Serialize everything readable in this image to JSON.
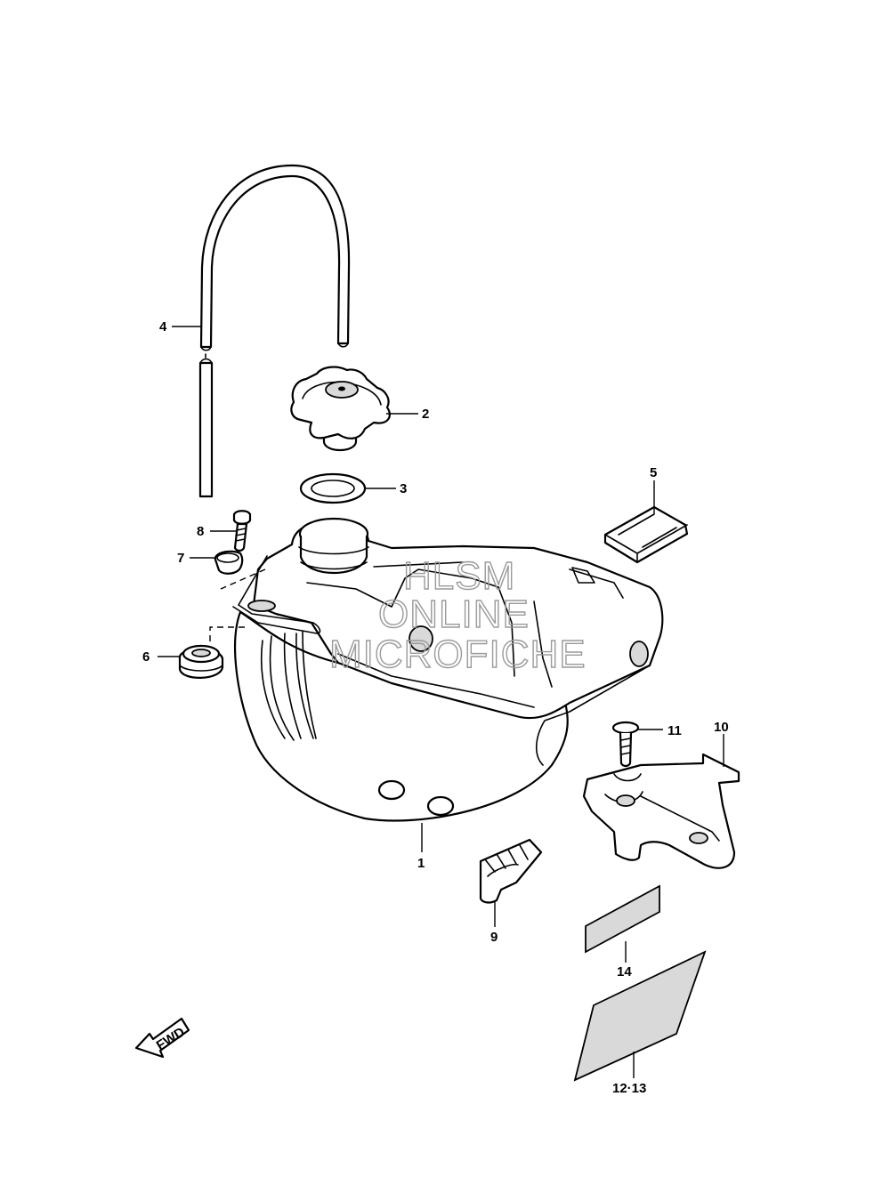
{
  "callouts": {
    "c1": "1",
    "c2": "2",
    "c3": "3",
    "c4": "4",
    "c5": "5",
    "c6": "6",
    "c7": "7",
    "c8": "8",
    "c9": "9",
    "c10": "10",
    "c11": "11",
    "c14": "14",
    "c1213": "12·13"
  },
  "watermark": {
    "line1": "HLSM",
    "line2": "ONLINE",
    "line3": "MICROFICHE"
  },
  "fwd_label": "FWD"
}
